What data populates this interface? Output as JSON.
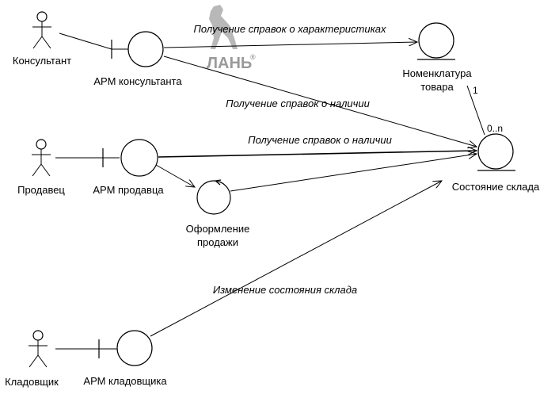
{
  "watermark": {
    "text": "ЛАНЬ",
    "mark": "®"
  },
  "actors": [
    {
      "label": "Консультант"
    },
    {
      "label": "Продавец"
    },
    {
      "label": "Кладовщик"
    }
  ],
  "boundaries": [
    {
      "label": "АРМ консультанта"
    },
    {
      "label": "АРМ продавца"
    },
    {
      "label": "АРМ кладовщика"
    }
  ],
  "controls": [
    {
      "label_line1": "Оформление",
      "label_line2": "продажи"
    }
  ],
  "entities": [
    {
      "label_line1": "Номенклатура",
      "label_line2": "товара"
    },
    {
      "label": "Состояние склада"
    }
  ],
  "messages": {
    "m1": "Получение справок о характеристиках",
    "m2": "Получение справок о наличии",
    "m3": "Получение справок о наличии",
    "m4": "Изменение состояния склада"
  },
  "multiplicity": {
    "nomenclature_end": "1",
    "stock_end": "0..n"
  }
}
